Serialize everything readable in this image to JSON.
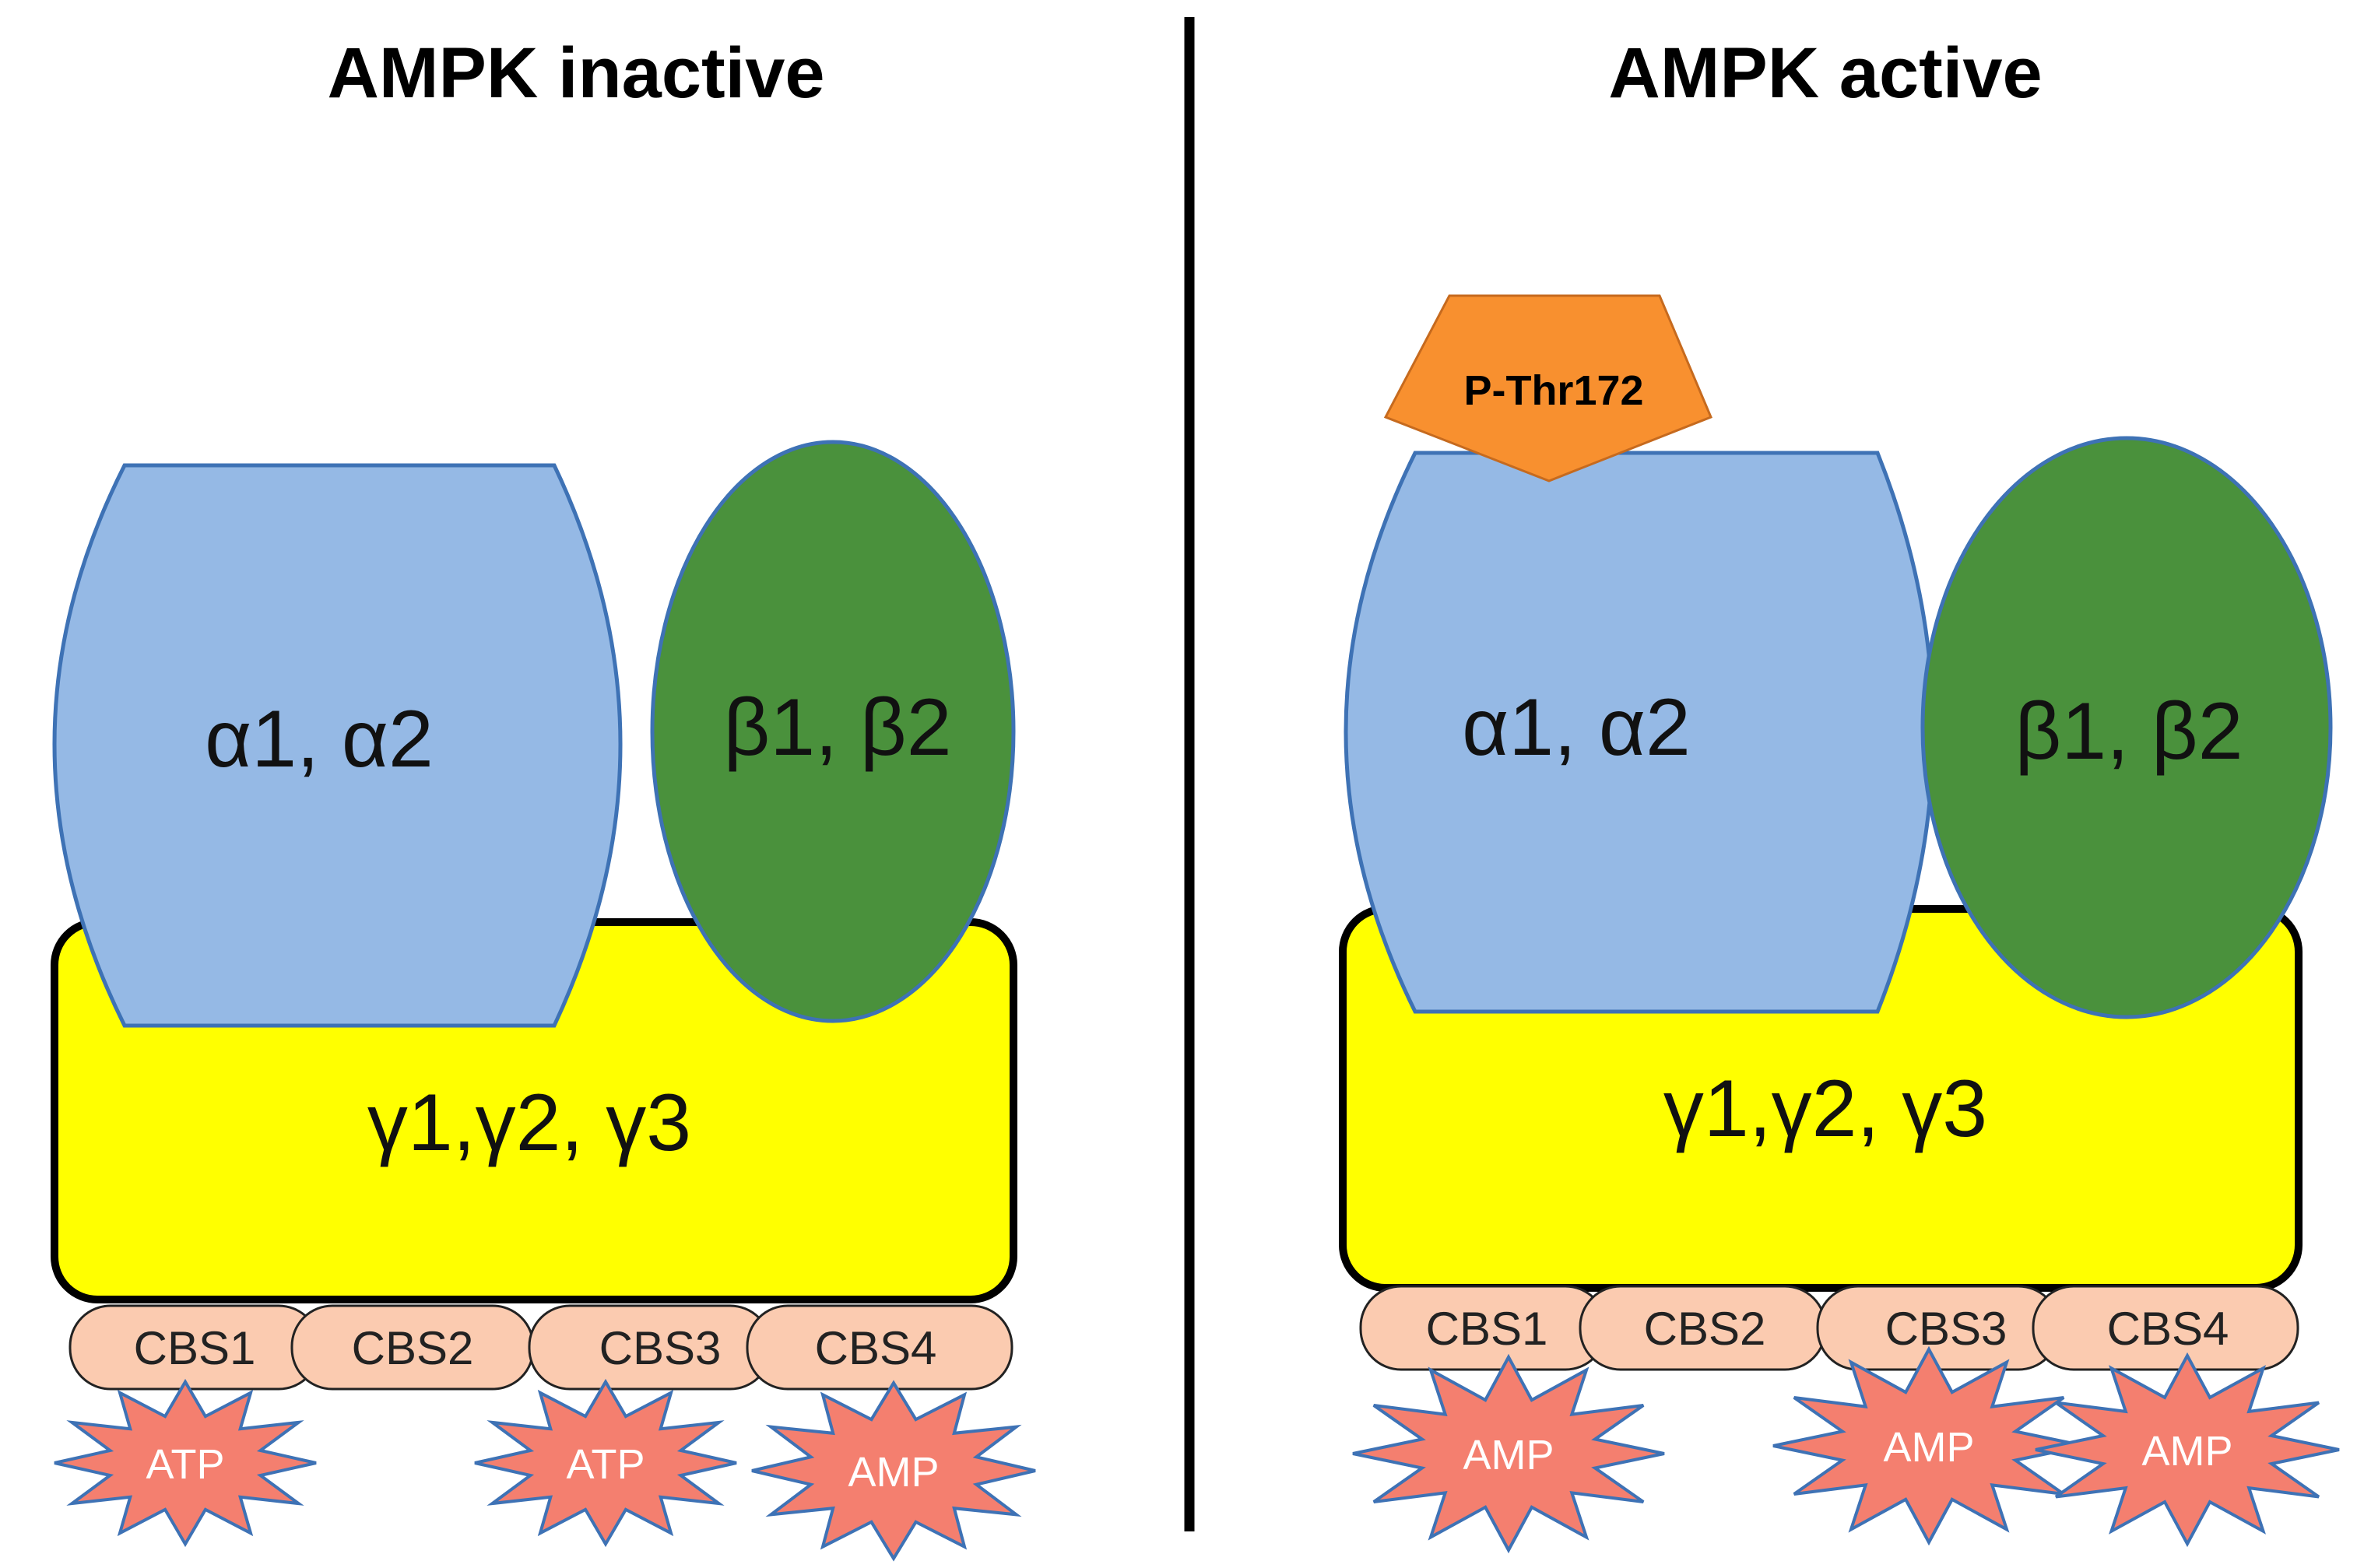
{
  "colors": {
    "alpha": "#95B9E5",
    "beta": "#4A913C",
    "gamma": "#FFFF00",
    "cbs": "#FBCBB0",
    "ligand": "#F47F6F",
    "phospho": "#F8902F",
    "outline_blue": "#3E72B5"
  },
  "panels": [
    {
      "title": "AMPK inactive",
      "alpha_label": "α1, α2",
      "beta_label": "β1, β2",
      "gamma_label": "γ1,γ2, γ3",
      "cbs": [
        "CBS1",
        "CBS2",
        "CBS3",
        "CBS4"
      ],
      "ligands": [
        "ATP",
        "ATP",
        "AMP"
      ]
    },
    {
      "title": "AMPK active",
      "alpha_label": "α1, α2",
      "beta_label": "β1, β2",
      "gamma_label": "γ1,γ2, γ3",
      "phospho_label": "P-Thr172",
      "cbs": [
        "CBS1",
        "CBS2",
        "CBS3",
        "CBS4"
      ],
      "ligands": [
        "AMP",
        "AMP",
        "AMP"
      ]
    }
  ]
}
